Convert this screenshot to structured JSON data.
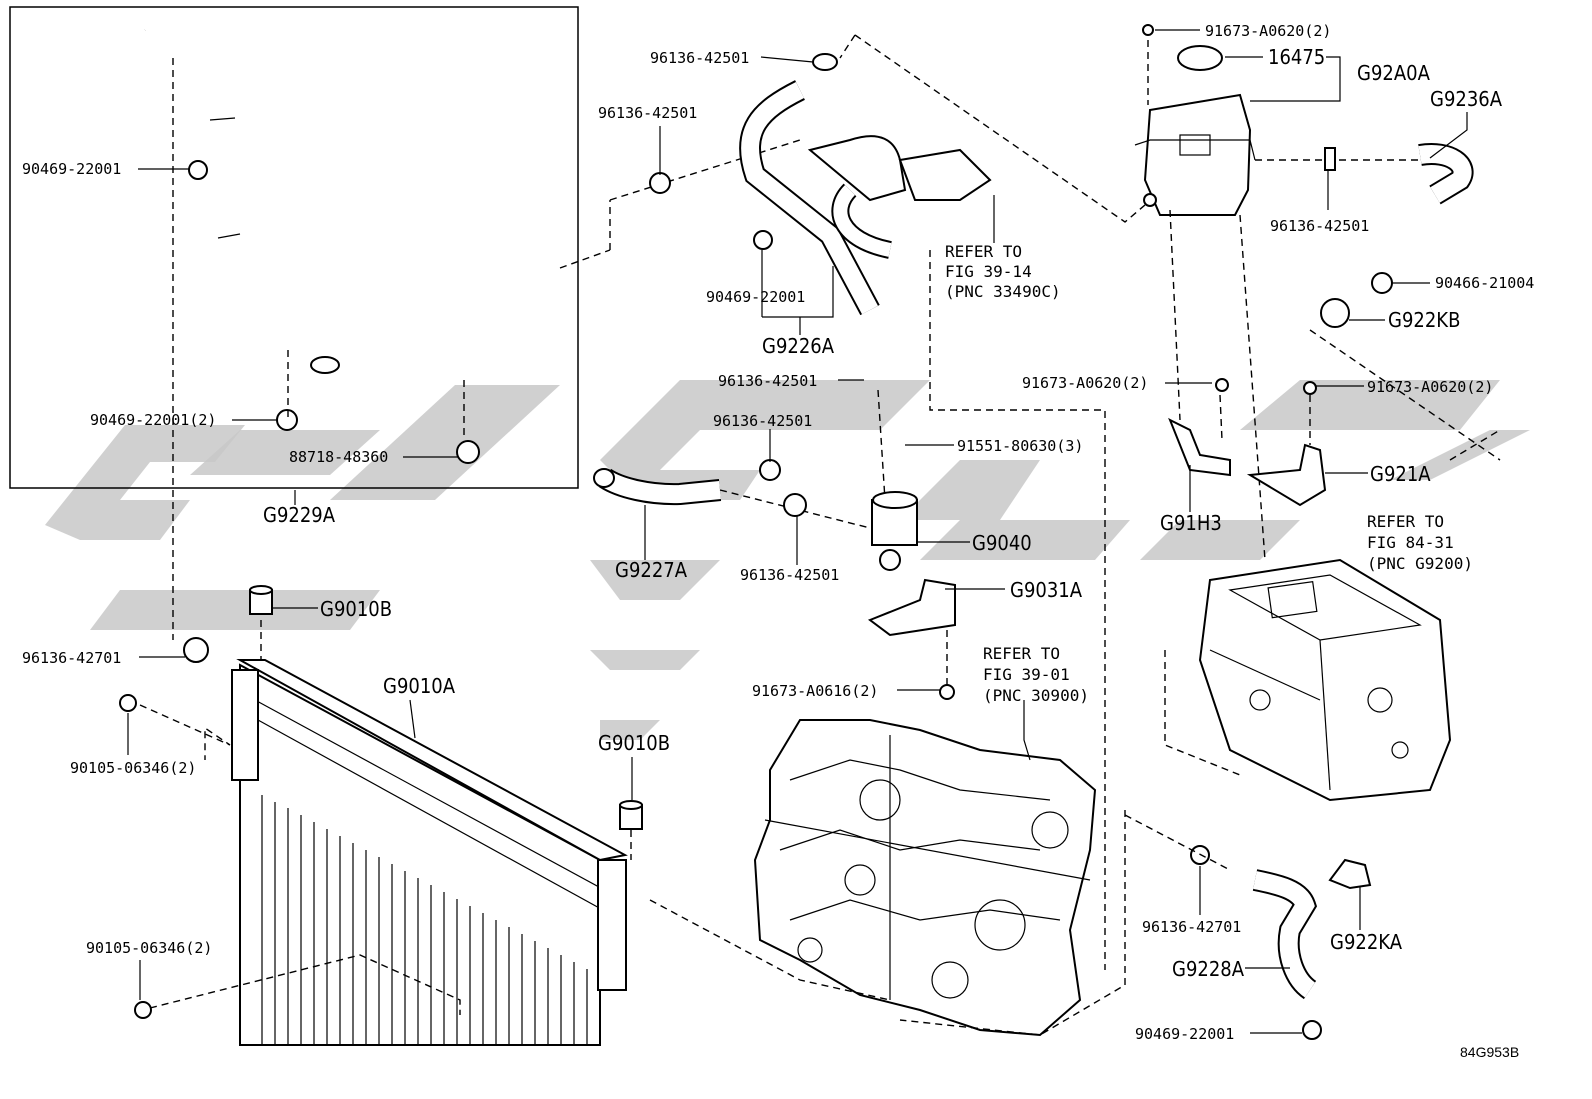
{
  "inset_label": "G9229A",
  "callouts": {
    "c1": "90469-22001",
    "c2": "90469-22001(2)",
    "c3": "88718-48360",
    "c4": "96136-42501",
    "c5": "96136-42501",
    "c6": "90469-22001",
    "c7": "G9226A",
    "c8": "96136-42501",
    "c9": "96136-42501",
    "c10": "G9227A",
    "c11": "96136-42501",
    "c12": "91551-80630(3)",
    "c13": "G9040",
    "c14": "G9031A",
    "c15": "91673-A0616(2)",
    "c16": "G9010B",
    "c17": "96136-42701",
    "c18": "G9010A",
    "c19": "90105-06346(2)",
    "c20": "G9010B",
    "c21": "90105-06346(2)",
    "c22": "91673-A0620(2)",
    "c23": "16475",
    "c24": "G92A0A",
    "c25": "G9236A",
    "c26": "96136-42501",
    "c27": "90466-21004",
    "c28": "G922KB",
    "c29": "91673-A0620(2)",
    "c30": "91673-A0620(2)",
    "c31": "G921A",
    "c32": "G91H3",
    "c33": "96136-42701",
    "c34": "G922KA",
    "c35": "G9228A",
    "c36": "90469-22001"
  },
  "refs": {
    "r1": [
      "REFER TO",
      "FIG 39-14",
      "(PNC 33490C)"
    ],
    "r2": [
      "REFER TO",
      "FIG 39-01",
      "(PNC 30900)"
    ],
    "r3": [
      "REFER TO",
      "FIG 84-31",
      "(PNC G9200)"
    ]
  },
  "figure_code": "84G953B"
}
